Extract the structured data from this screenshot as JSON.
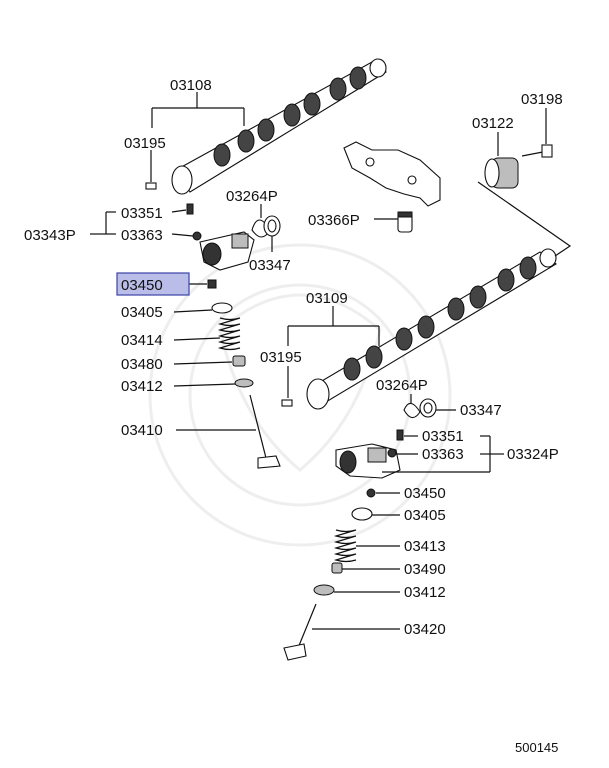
{
  "diagram": {
    "highlight": {
      "label": "03450",
      "color": "#b9bde8",
      "border": "#3b44a8"
    },
    "doc_number": "500145",
    "labels": {
      "p03108": "03108",
      "p03195_top": "03195",
      "p03351_top": "03351",
      "p03343P": "03343P",
      "p03363_top": "03363",
      "p03264P_top": "03264P",
      "p03347_top": "03347",
      "p03405_top": "03405",
      "p03414": "03414",
      "p03480": "03480",
      "p03412_top": "03412",
      "p03410": "03410",
      "p03198": "03198",
      "p03122": "03122",
      "p03366P": "03366P",
      "p03109": "03109",
      "p03195_mid": "03195",
      "p03264P_bot": "03264P",
      "p03347_bot": "03347",
      "p03351_bot": "03351",
      "p03363_bot": "03363",
      "p03324P": "03324P",
      "p03450_bot": "03450",
      "p03405_bot": "03405",
      "p03413": "03413",
      "p03490": "03490",
      "p03412_bot": "03412",
      "p03420": "03420"
    }
  }
}
